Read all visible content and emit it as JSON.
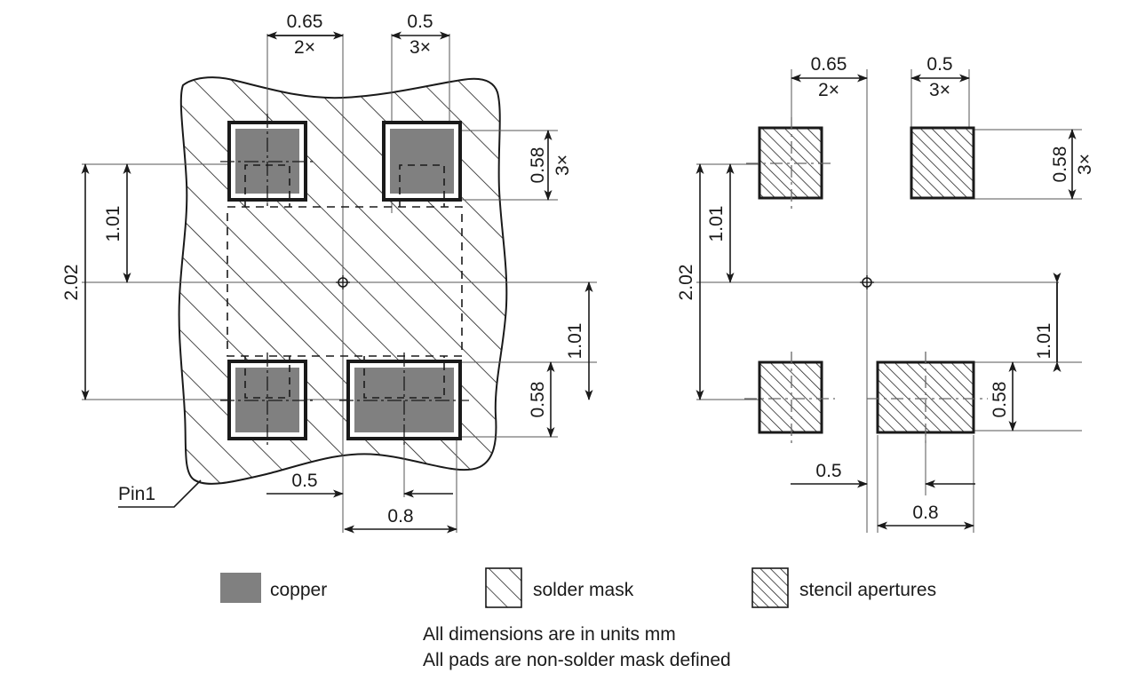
{
  "figure": {
    "type": "technical-drawing",
    "title": "PCB land pattern and stencil aperture drawing",
    "units_note": "All dimensions are in units mm",
    "mask_note": "All pads are non-solder mask defined",
    "colors": {
      "copper": "#808080",
      "line": "#1a1a1a",
      "thin_line": "#555555",
      "background": "#ffffff"
    }
  },
  "left_view": {
    "name": "copper-and-solder-mask-view",
    "pin1_label": "Pin1",
    "dimensions": {
      "top_left_pitch": {
        "value": "0.65",
        "qty": "2×"
      },
      "top_right_pitch": {
        "value": "0.5",
        "qty": "3×"
      },
      "right_pad_height": {
        "value": "0.58",
        "qty": "3×"
      },
      "left_half_span": "1.01",
      "left_full_span": "2.02",
      "right_lower_span": "1.01",
      "right_lower_height": "0.58",
      "bottom_offset": "0.5",
      "bottom_pad_width": "0.8"
    },
    "pads": [
      {
        "id": "pad-top-left",
        "w": "0.58",
        "h": "0.58"
      },
      {
        "id": "pad-top-right",
        "w": "0.58",
        "h": "0.58"
      },
      {
        "id": "pad-bottom-left",
        "w": "0.58",
        "h": "0.58"
      },
      {
        "id": "pad-bottom-right",
        "w": "0.8",
        "h": "0.58"
      }
    ]
  },
  "right_view": {
    "name": "stencil-aperture-view",
    "dimensions": {
      "top_left_pitch": {
        "value": "0.65",
        "qty": "2×"
      },
      "top_right_pitch": {
        "value": "0.5",
        "qty": "3×"
      },
      "right_pad_height": {
        "value": "0.58",
        "qty": "3×"
      },
      "left_half_span": "1.01",
      "left_full_span": "2.02",
      "right_lower_span": "1.01",
      "right_lower_height": "0.58",
      "bottom_offset": "0.5",
      "bottom_pad_width": "0.8"
    },
    "apertures": [
      {
        "id": "aperture-top-left",
        "w": "0.58",
        "h": "0.58"
      },
      {
        "id": "aperture-top-right",
        "w": "0.58",
        "h": "0.58"
      },
      {
        "id": "aperture-bottom-left",
        "w": "0.58",
        "h": "0.58"
      },
      {
        "id": "aperture-bottom-right",
        "w": "0.8",
        "h": "0.58"
      }
    ]
  },
  "legend": {
    "items": [
      {
        "key": "copper",
        "label": "copper",
        "swatch": "solid-gray"
      },
      {
        "key": "mask",
        "label": "solder mask",
        "swatch": "sparse-hatch"
      },
      {
        "key": "stencil",
        "label": "stencil apertures",
        "swatch": "dense-hatch"
      }
    ]
  },
  "notes": [
    "All dimensions are in units mm",
    "All pads are non-solder mask defined"
  ]
}
